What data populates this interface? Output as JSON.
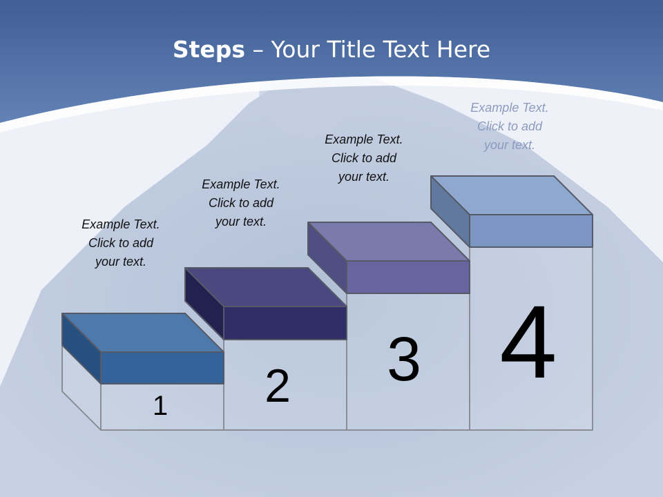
{
  "title": {
    "bold": "Steps",
    "rest": " – Your Title Text Here"
  },
  "steps": [
    {
      "number": "1",
      "line1": "Example Text.",
      "line2": "Click  to add",
      "line3": "your text.",
      "front": "#34629a",
      "top": "#4d79ab",
      "side": "#274f80"
    },
    {
      "number": "2",
      "line1": "Example Text.",
      "line2": "Click  to add",
      "line3": "your text.",
      "front": "#302e66",
      "top": "#4a487f",
      "side": "#22214f"
    },
    {
      "number": "3",
      "line1": "Example Text.",
      "line2": "Click  to add",
      "line3": "your text.",
      "front": "#66659f",
      "top": "#7b7aad",
      "side": "#4f4e82"
    },
    {
      "number": "4",
      "line1": "Example Text.",
      "line2": "Click  to add",
      "line3": "your text.",
      "front": "#7b96c3",
      "top": "#8fa8d0",
      "side": "#61789f"
    }
  ]
}
